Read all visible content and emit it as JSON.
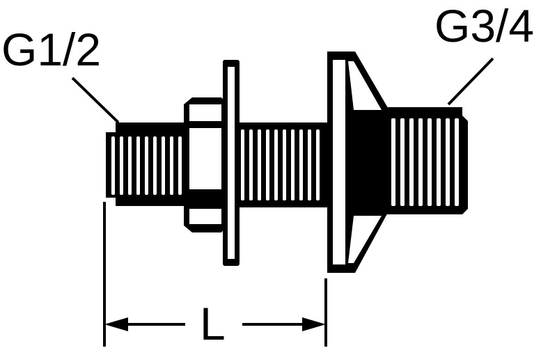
{
  "labels": {
    "left_thread": "G1/2",
    "right_thread": "G3/4",
    "dimension": "L"
  },
  "colors": {
    "ink": "#000000",
    "paper": "#ffffff"
  }
}
